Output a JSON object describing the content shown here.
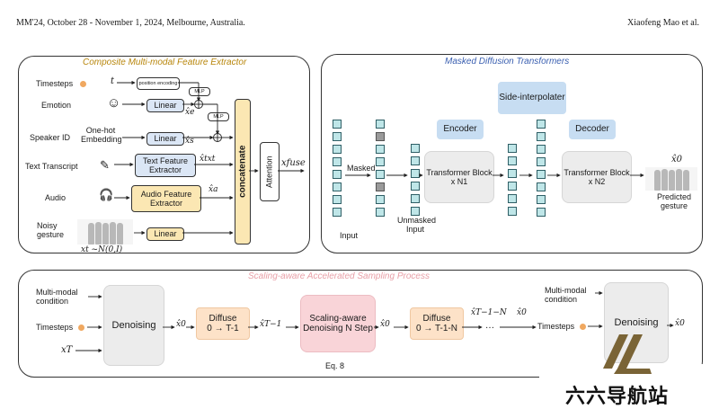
{
  "header": {
    "left": "MM'24, October 28 - November 1, 2024, Melbourne, Australia.",
    "right": "Xiaofeng Mao et al."
  },
  "extractor": {
    "title": "Composite Multi-modal Feature Extractor",
    "title_color": "#b8860b",
    "rows": {
      "timesteps": "Timesteps",
      "emotion": "Emotion",
      "speaker": "Speaker ID",
      "text": "Text Transcript",
      "audio": "Audio",
      "noisy": "Noisy gesture"
    },
    "t": "t",
    "pos_enc": "position encoding",
    "mlp": "MLP",
    "linear": "Linear",
    "onehot": "One-hot Embedding",
    "text_fe": "Text Feature Extractor",
    "audio_fe": "Audio Feature Extractor",
    "concat": "concatenate",
    "attention": "Attention",
    "xe": "x̂e",
    "xs": "x̂s",
    "xtxt": "x̂txt",
    "xa": "x̂a",
    "xfuse": "xfuse",
    "xt_noise": "xt ~N(0,I)"
  },
  "mdt": {
    "title": "Masked Diffusion Transformers",
    "title_color": "#3a5fb0",
    "input": "Input",
    "masked": "Masked",
    "unmasked": "Unmasked Input",
    "encoder": "Encoder",
    "decoder": "Decoder",
    "side": "Side-interpolater",
    "tb_enc": "Transformer Block x N1",
    "tb_dec": "Transformer Block x N2",
    "x0": "x̂0",
    "predicted": "Predicted gesture"
  },
  "sampling": {
    "title": "Scaling-aware Accelerated Sampling Process",
    "title_color": "#e8a0a8",
    "mm_cond": "Multi-modal condition",
    "timesteps": "Timesteps",
    "xT": "xT",
    "denoising": "Denoising",
    "diffuse1_a": "Diffuse",
    "diffuse1_b": "0 → T-1",
    "scaling": "Scaling-aware Denoising N Step",
    "diffuse2_a": "Diffuse",
    "diffuse2_b": "0 → T-1-N",
    "x0": "x̂0",
    "xT1": "x̂T−1",
    "xT1N": "x̂T−1−N",
    "dots": "…",
    "eq": "Eq. 8"
  },
  "watermark": "六六导航站"
}
